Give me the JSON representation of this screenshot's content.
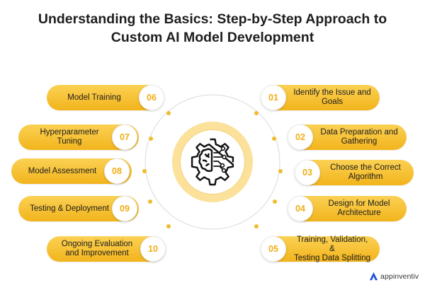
{
  "title": {
    "line1": "Understanding the Basics: Step-by-Step Approach to",
    "line2": "Custom AI Model Development"
  },
  "hub": {
    "icon": "ai-brain-gear-icon"
  },
  "steps": [
    {
      "number": "01",
      "line1": "Identify the Issue and",
      "line2": "Goals"
    },
    {
      "number": "02",
      "line1": "Data Preparation and",
      "line2": "Gathering"
    },
    {
      "number": "03",
      "line1": "Choose the Correct",
      "line2": "Algorithm"
    },
    {
      "number": "04",
      "line1": "Design for Model",
      "line2": "Architecture"
    },
    {
      "number": "05",
      "line1": "Training, Validation, &",
      "line2": "Testing Data Splitting"
    },
    {
      "number": "06",
      "line1": "Model Training",
      "line2": ""
    },
    {
      "number": "07",
      "line1": "Hyperparameter",
      "line2": "Tuning"
    },
    {
      "number": "08",
      "line1": "Model Assessment",
      "line2": ""
    },
    {
      "number": "09",
      "line1": "Testing & Deployment",
      "line2": ""
    },
    {
      "number": "10",
      "line1": "Ongoing Evaluation",
      "line2": "and Improvement"
    }
  ],
  "brand": {
    "name": "appinventiv",
    "icon": "appinventiv-logo-icon"
  },
  "colors": {
    "accent": "#F4B826",
    "badge_text": "#F0AE16",
    "hub_ring": "#FBE19A"
  }
}
